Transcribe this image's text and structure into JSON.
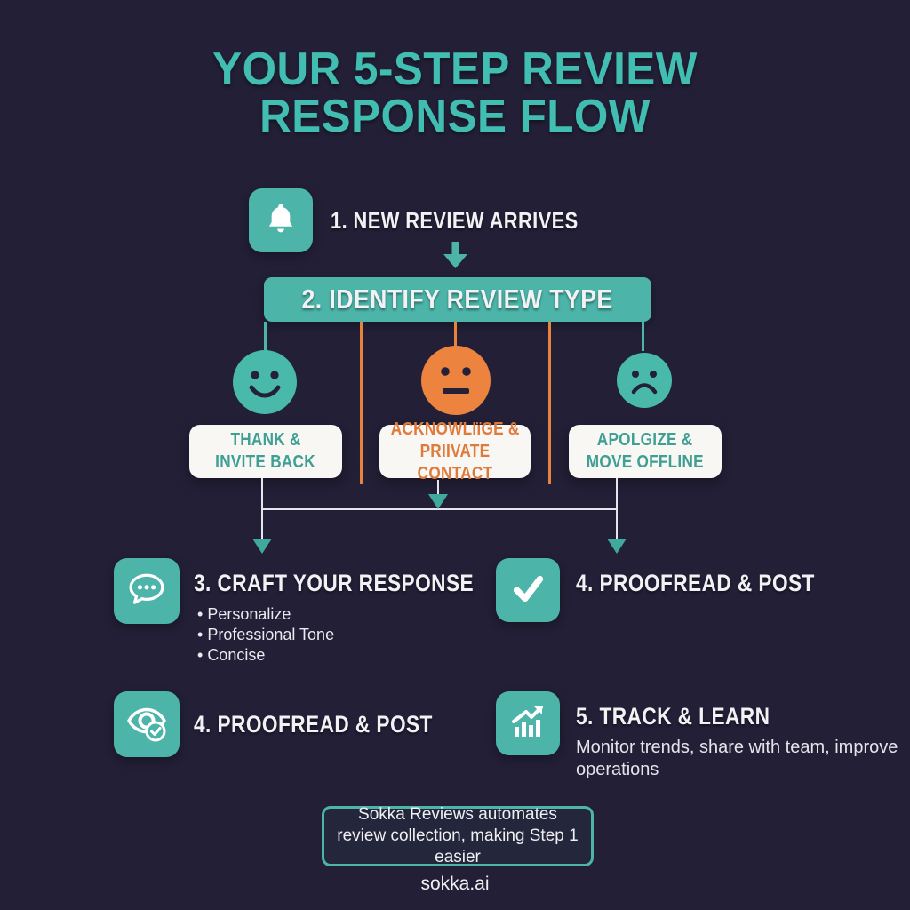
{
  "title": "YOUR 5-STEP REVIEW RESPONSE FLOW",
  "colors": {
    "bg": "#221f36",
    "teal": "#4cb4a8",
    "teal-title": "#41bdb1",
    "teal-text": "#3f9f93",
    "teal-arrow": "#3fa99d",
    "orange": "#e8823f",
    "orange-text": "#e07a3b",
    "box-bg": "#f8f7f4",
    "line-white": "#e6e5ec",
    "text-white": "#f2f1f4",
    "navy": "#232038"
  },
  "icons": {
    "step1": "bell-icon",
    "step3": "chat-bubble-icon",
    "step4_right": "checkmark-icon",
    "step4_left": "eye-check-icon",
    "step5": "growth-chart-icon"
  },
  "flow": {
    "step1": {
      "label": "1. NEW REVIEW ARRIVES"
    },
    "step2": {
      "label": "2. IDENTIFY REVIEW TYPE"
    },
    "branches": [
      {
        "sentiment": "positive",
        "line1": "THANK &",
        "line2": "INVITE BACK"
      },
      {
        "sentiment": "neutral",
        "line1": "ACKNOWLIïGE &",
        "line2": "PRIIVATE CONTACT"
      },
      {
        "sentiment": "negative",
        "line1": "APOLGIZE &",
        "line2": "MOVE OFFLINE"
      }
    ],
    "step3": {
      "label": "3. CRAFT YOUR RESPONSE",
      "bullets": [
        "Personalize",
        "Professional Tone",
        "Concise"
      ]
    },
    "step4_right": {
      "label": "4. PROOFREAD & POST"
    },
    "step4_left": {
      "label": "4. PROOFREAD & POST"
    },
    "step5": {
      "label": "5. TRACK & LEARN",
      "description": "Monitor trends, share with team, improve operations"
    }
  },
  "callout": {
    "text": "Sokka Reviews automates review collection, making Step 1 easier"
  },
  "footer": {
    "brand": "sokka.ai"
  }
}
